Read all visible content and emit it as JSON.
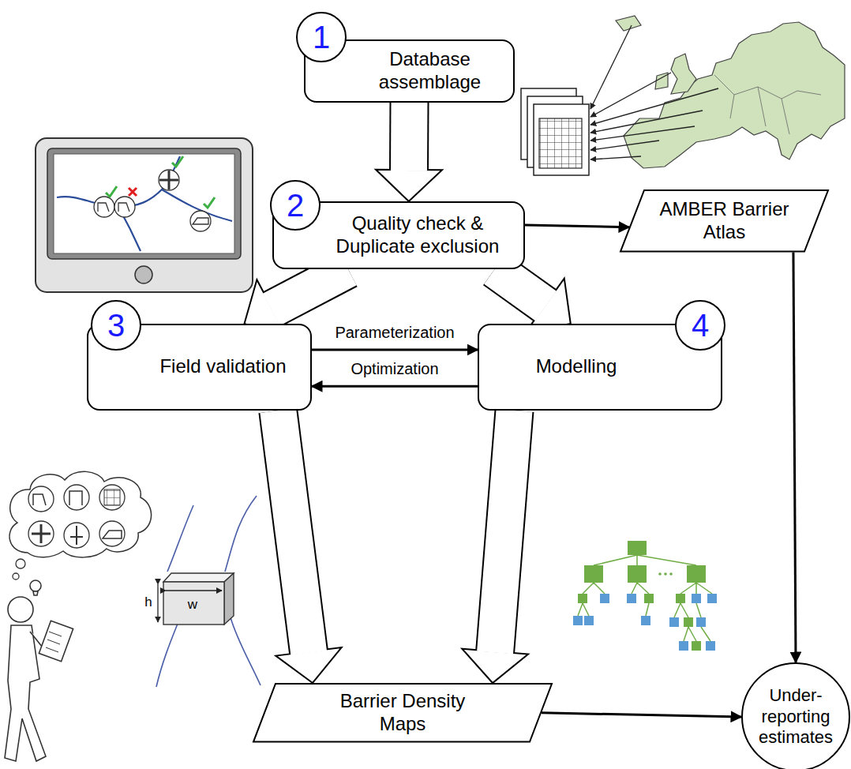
{
  "diagram": {
    "nodes": [
      {
        "text": [
          "1",
          "Database assemblage"
        ]
      },
      {
        "text": [
          "2",
          "Quality check & Duplicate exclusion"
        ]
      },
      {
        "text": [
          "AMBER Barrier Atlas"
        ]
      },
      {
        "text": [
          "3",
          "Field validation"
        ]
      },
      {
        "text": [
          "4",
          "Modelling"
        ]
      },
      {
        "text": [
          "Barrier Density Maps"
        ]
      },
      {
        "text": [
          "Under-reporting estimates"
        ]
      }
    ],
    "edges": [
      {
        "from": 0,
        "to": 1,
        "arrow": "to"
      },
      {
        "from": 1,
        "to": 2,
        "arrow": "to"
      },
      {
        "from": 1,
        "to": 3,
        "arrow": "to"
      },
      {
        "from": 1,
        "to": 4,
        "arrow": "to"
      },
      {
        "from": 3,
        "to": 4,
        "arrow": "to",
        "label": "Parameterization"
      },
      {
        "from": 4,
        "to": 3,
        "arrow": "to",
        "label": "Optimization"
      },
      {
        "from": 3,
        "to": 5,
        "arrow": "to"
      },
      {
        "from": 4,
        "to": 5,
        "arrow": "to"
      },
      {
        "from": 2,
        "to": 6,
        "arrow": "to"
      },
      {
        "from": 5,
        "to": 6,
        "arrow": "to"
      }
    ],
    "labels": [
      "h",
      "w"
    ]
  }
}
